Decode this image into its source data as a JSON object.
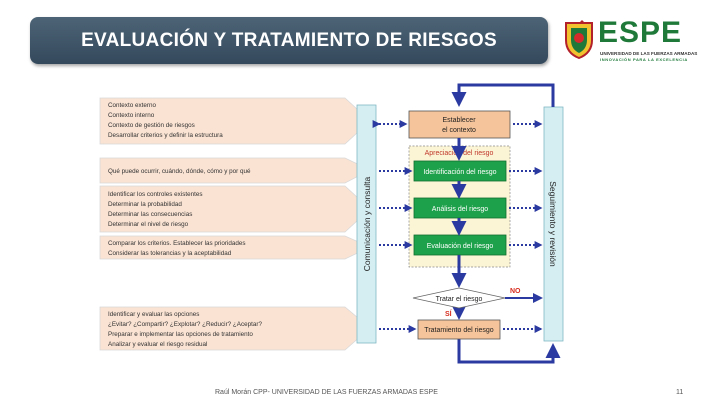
{
  "header": {
    "title": "EVALUACIÓN Y TRATAMIENTO DE RIESGOS"
  },
  "logo": {
    "text": "ESPE",
    "subtitle": "UNIVERSIDAD DE LAS FUERZAS ARMADAS",
    "tagline": "INNOVACIÓN PARA LA EXCELENCIA"
  },
  "diagram": {
    "notes": {
      "contexto": [
        "Contexto externo",
        "Contexto interno",
        "Contexto de gestión de riesgos",
        "Desarrollar criterios y definir la estructura"
      ],
      "identificacion": [
        "Qué puede ocurrir, cuándo, dónde, cómo y por qué"
      ],
      "analisis": [
        "Identificar los controles existentes",
        "Determinar la probabilidad",
        "Determinar las consecuencias",
        "Determinar el nivel de riesgo"
      ],
      "evaluacion": [
        "Comparar los criterios. Establecer las prioridades",
        "Considerar las tolerancias y la aceptabilidad"
      ],
      "tratamiento": [
        "Identificar y evaluar las opciones",
        "¿Evitar? ¿Compartir? ¿Explotar? ¿Reducir? ¿Aceptar?",
        "Preparar e implementar las opciones de tratamiento",
        "Analizar y evaluar el riesgo residual"
      ]
    },
    "comunicacion_label": "Comunicación y consulta",
    "seguimiento_label": "Seguimiento y revisión",
    "establecer_lines": [
      "Establecer",
      "el contexto"
    ],
    "apreciacion_label": "Apreciación del riesgo",
    "identificacion_label": "Identificación del riesgo",
    "analisis_label": "Análisis del riesgo",
    "evaluacion_label": "Evaluación del riesgo",
    "decision_label": "Tratar el riesgo",
    "no_label": "NO",
    "si_label": "SÍ",
    "tratamiento_label": "Tratamiento del riesgo"
  },
  "footer": {
    "text": "Raúl Morán  CPP- UNIVERSIDAD DE LAS FUERZAS ARMADAS ESPE",
    "page": "11"
  },
  "colors": {
    "banner": "#3f5568",
    "green_box": "#1ea14b",
    "orange_box": "#f6c49a",
    "light_blue_bar": "#d5eef2",
    "arrow_blue": "#2b3aa0",
    "decision_red": "#d62b1e",
    "logo_green": "#1f7a3a"
  }
}
